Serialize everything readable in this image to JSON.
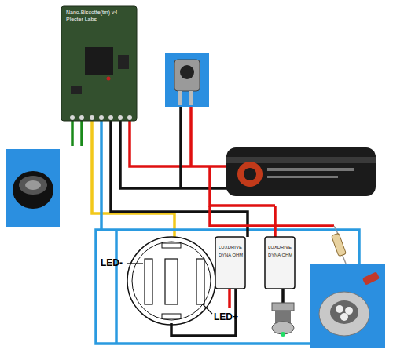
{
  "diagram": {
    "labels": [
      "Nano.Biscotte(tm) v4",
      "Plecter Labs",
      "LED-",
      "LED+",
      "LUXDRIVE",
      "DYNA OHM",
      "LUXDRIVE",
      "DYNA OHM"
    ]
  }
}
